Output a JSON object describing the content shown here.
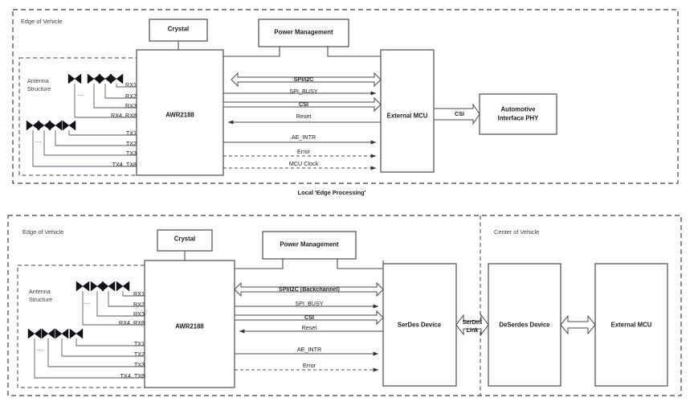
{
  "diagram": {
    "title_caption": "Local 'Edge Processing'",
    "colors": {
      "stroke": "#3f3f46",
      "box_stroke": "#4a4a52",
      "text": "#1b1b1b",
      "region_text": "#3c3c46",
      "background": "#ffffff"
    }
  },
  "top": {
    "region_label": "Edge of Vehicle",
    "antenna_region_label_line1": "Antenna",
    "antenna_region_label_line2": "Structure",
    "ellipsis": "...",
    "boxes": {
      "crystal": "Crystal",
      "power_management": "Power Management",
      "radar": "AWR2188",
      "mcu": "External MCU",
      "phy_line1": "Automotive",
      "phy_line2": "Interface PHY"
    },
    "rx_ports": [
      "RX1",
      "RX2",
      "RX3",
      "RX4..RX8"
    ],
    "tx_ports": [
      "TX1",
      "TX2",
      "TX3",
      "TX4..TX8"
    ],
    "signals": [
      {
        "label": "SPI/I2C",
        "bold": true,
        "style": "block-bidir",
        "dashed": false
      },
      {
        "label": "SPI_BUSY",
        "bold": false,
        "style": "line-right",
        "dashed": false
      },
      {
        "label": "CSI",
        "bold": true,
        "style": "block-right",
        "dashed": false
      },
      {
        "label": "Reset",
        "bold": false,
        "style": "line-left",
        "dashed": false
      },
      {
        "label": "AE_INTR",
        "bold": false,
        "style": "line-right",
        "dashed": false
      },
      {
        "label": "Error",
        "bold": false,
        "style": "line-right",
        "dashed": true
      },
      {
        "label": "MCU Clock",
        "bold": false,
        "style": "line-right",
        "dashed": true
      }
    ],
    "mcu_to_phy_label": "CSI"
  },
  "bottom": {
    "region_label": "Edge of Vehicle",
    "center_region_label": "Center of Vehicle",
    "antenna_region_label_line1": "Antenna",
    "antenna_region_label_line2": "Structure",
    "ellipsis": "...",
    "boxes": {
      "crystal": "Crystal",
      "power_management": "Power Management",
      "radar": "AWR2188",
      "serdes": "SerDes Device",
      "deserdes": "DeSerdes Device",
      "mcu": "External MCU"
    },
    "rx_ports": [
      "RX1",
      "RX2",
      "RX3",
      "RX4..RX8"
    ],
    "tx_ports": [
      "TX1",
      "TX2",
      "TX3",
      "TX4..TX8"
    ],
    "signals": [
      {
        "label": "SPI/I2C (Backchannel)",
        "bold": true,
        "style": "block-bidir",
        "dashed": false
      },
      {
        "label": "SPI_BUSY",
        "bold": false,
        "style": "line-right",
        "dashed": false
      },
      {
        "label": "CSI",
        "bold": true,
        "style": "block-right",
        "dashed": false
      },
      {
        "label": "Reset",
        "bold": false,
        "style": "line-left",
        "dashed": false
      },
      {
        "label": "AE_INTR",
        "bold": false,
        "style": "line-right",
        "dashed": false
      },
      {
        "label": "Error",
        "bold": false,
        "style": "line-right",
        "dashed": true
      }
    ],
    "serdes_link_line1": "SerDes",
    "serdes_link_line2": "Link"
  }
}
